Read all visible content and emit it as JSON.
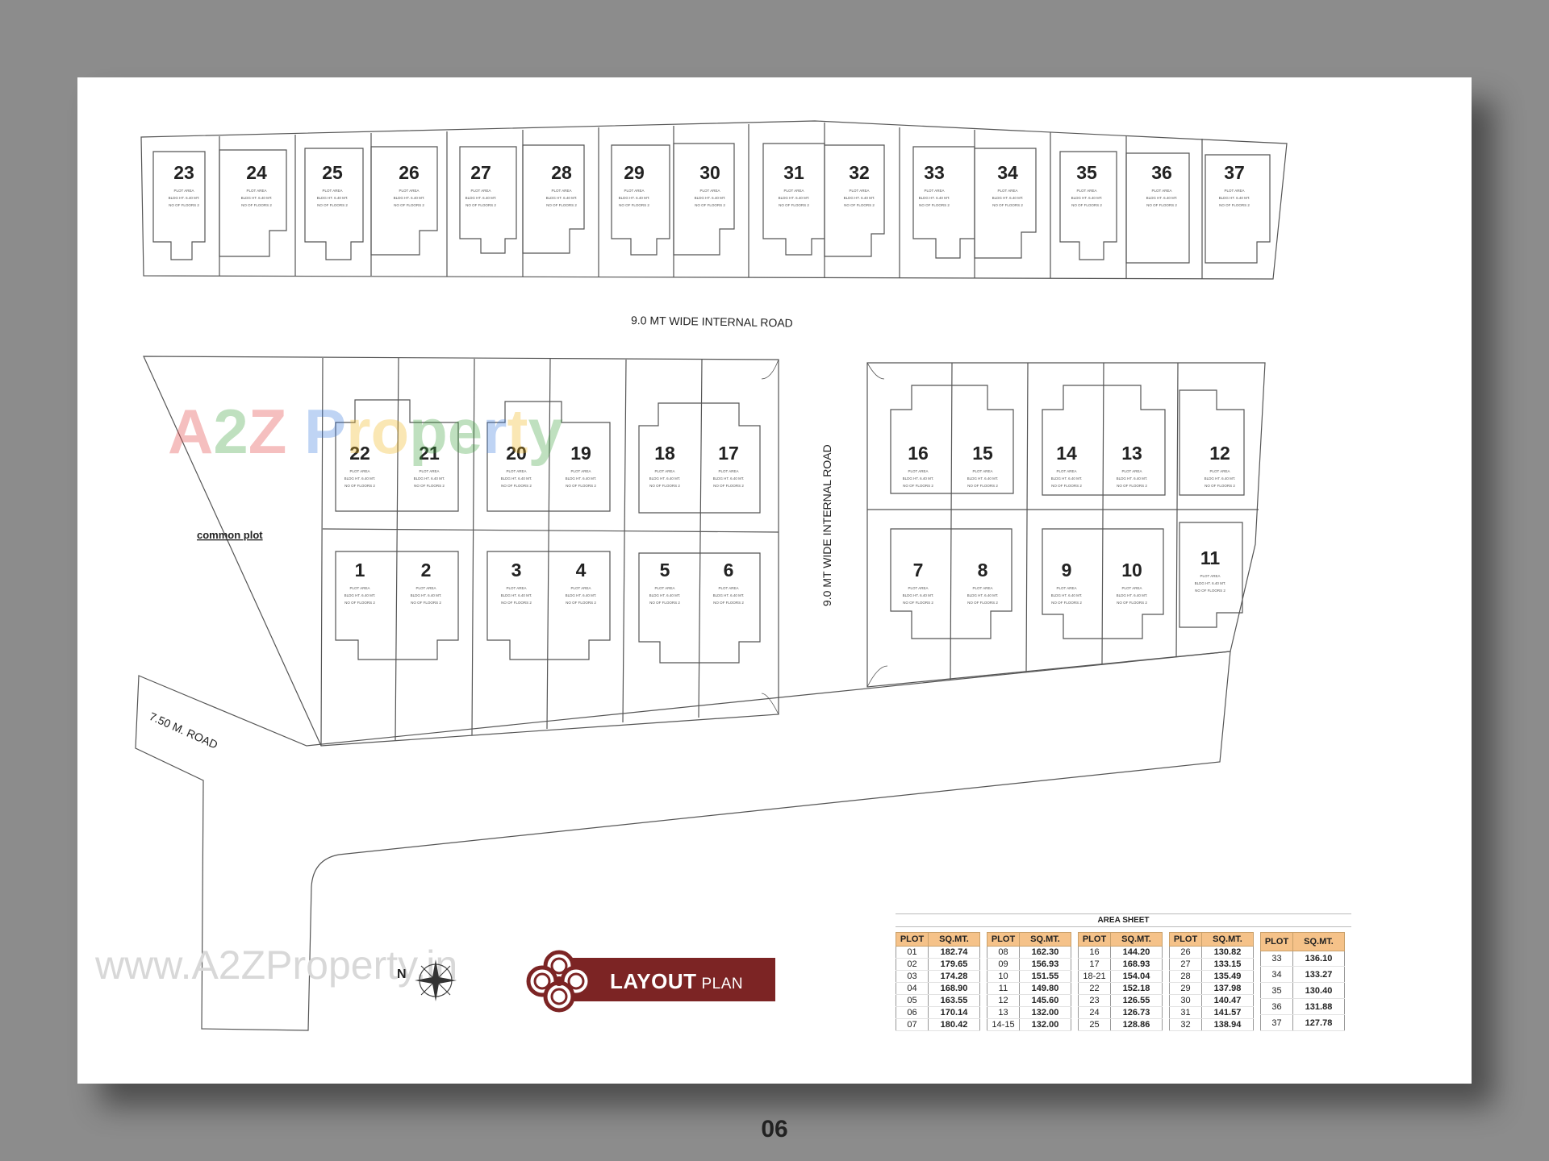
{
  "plan": {
    "road_top": "9.0 MT WIDE INTERNAL ROAD",
    "road_vertical": "9.0 MT WIDE INTERNAL ROAD",
    "road_main": "7.50 M. ROAD",
    "common_plot": "common plot",
    "plot_note_lines": [
      "PLOT AREA",
      "BLDG HT. 6.40 MT.",
      "NO OF FLOORS 2"
    ],
    "plots": [
      "23",
      "24",
      "25",
      "26",
      "27",
      "28",
      "29",
      "30",
      "31",
      "32",
      "33",
      "34",
      "35",
      "36",
      "37",
      "22",
      "21",
      "20",
      "19",
      "18",
      "17",
      "1",
      "2",
      "3",
      "4",
      "5",
      "6",
      "16",
      "15",
      "14",
      "13",
      "12",
      "7",
      "8",
      "9",
      "10",
      "11"
    ]
  },
  "watermark": {
    "logo_parts": [
      {
        "text": "A",
        "color": "#e23b3b"
      },
      {
        "text": "2",
        "color": "#3aa03a"
      },
      {
        "text": "Z",
        "color": "#e23b3b"
      },
      {
        "text": " P",
        "color": "#3a7be0"
      },
      {
        "text": "ro",
        "color": "#f2b51a"
      },
      {
        "text": "pe",
        "color": "#3aa03a"
      },
      {
        "text": "r",
        "color": "#3a7be0"
      },
      {
        "text": "t",
        "color": "#f2b51a"
      },
      {
        "text": "y",
        "color": "#3aa03a"
      }
    ],
    "url": "www.A2ZProperty.in"
  },
  "compass": {
    "label": "N"
  },
  "banner": {
    "title_bold": "LAYOUT",
    "title_light": "PLAN"
  },
  "area_sheet": {
    "title": "AREA SHEET",
    "columns": [
      {
        "plot_header": "PLOT",
        "area_header": "SQ.MT.",
        "rows": [
          [
            "01",
            "182.74"
          ],
          [
            "02",
            "179.65"
          ],
          [
            "03",
            "174.28"
          ],
          [
            "04",
            "168.90"
          ],
          [
            "05",
            "163.55"
          ],
          [
            "06",
            "170.14"
          ],
          [
            "07",
            "180.42"
          ]
        ]
      },
      {
        "plot_header": "PLOT",
        "area_header": "SQ.MT.",
        "rows": [
          [
            "08",
            "162.30"
          ],
          [
            "09",
            "156.93"
          ],
          [
            "10",
            "151.55"
          ],
          [
            "11",
            "149.80"
          ],
          [
            "12",
            "145.60"
          ],
          [
            "13",
            "132.00"
          ],
          [
            "14-15",
            "132.00"
          ]
        ]
      },
      {
        "plot_header": "PLOT",
        "area_header": "SQ.MT.",
        "rows": [
          [
            "16",
            "144.20"
          ],
          [
            "17",
            "168.93"
          ],
          [
            "18-21",
            "154.04"
          ],
          [
            "22",
            "152.18"
          ],
          [
            "23",
            "126.55"
          ],
          [
            "24",
            "126.73"
          ],
          [
            "25",
            "128.86"
          ]
        ]
      },
      {
        "plot_header": "PLOT",
        "area_header": "SQ.MT.",
        "rows": [
          [
            "26",
            "130.82"
          ],
          [
            "27",
            "133.15"
          ],
          [
            "28",
            "135.49"
          ],
          [
            "29",
            "137.98"
          ],
          [
            "30",
            "140.47"
          ],
          [
            "31",
            "141.57"
          ],
          [
            "32",
            "138.94"
          ]
        ]
      },
      {
        "plot_header": "PLOT",
        "area_header": "SQ.MT.",
        "rows": [
          [
            "33",
            "136.10"
          ],
          [
            "34",
            "133.27"
          ],
          [
            "35",
            "130.40"
          ],
          [
            "36",
            "131.88"
          ],
          [
            "37",
            "127.78"
          ]
        ]
      }
    ]
  },
  "page": {
    "number": "06"
  }
}
